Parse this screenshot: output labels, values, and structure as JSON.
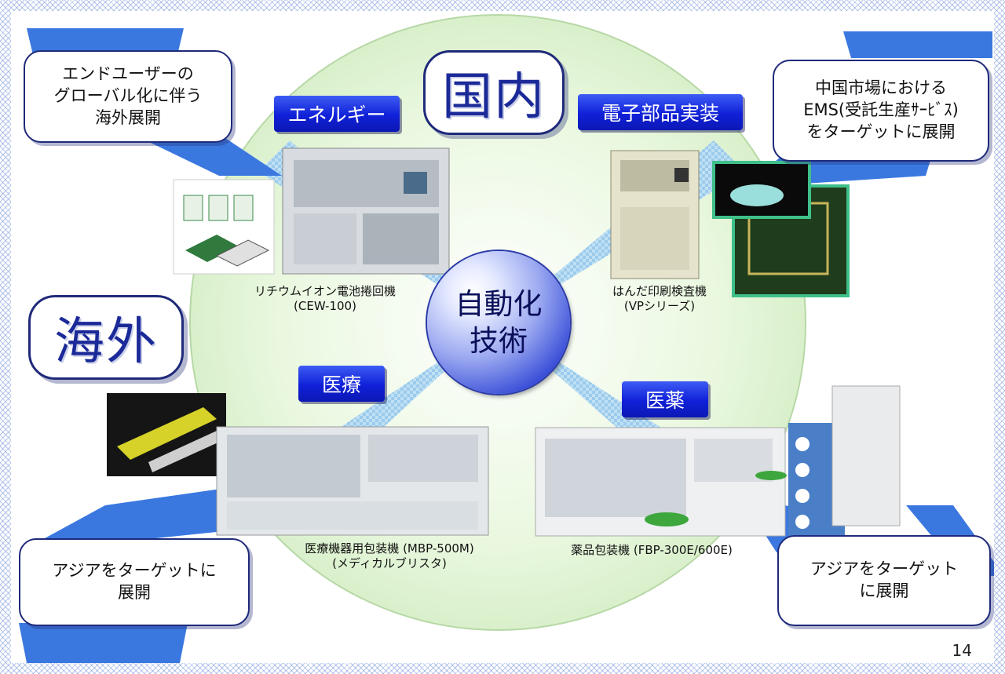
{
  "center": {
    "label": "自動化\n技術"
  },
  "regions": {
    "domestic": "国内",
    "overseas": "海外"
  },
  "categories": {
    "energy": "エネルギー",
    "electronics": "電子部品実装",
    "medical": "医療",
    "pharma": "医薬"
  },
  "captions": {
    "battery": "リチウムイオン電池捲回機\n(CEW-100)",
    "solder": "はんだ印刷検査機\n(VPシリーズ)",
    "blister": "医療機器用包装機 (MBP-500M)\n(メディカルブリスタ)",
    "pharma_pack": "薬品包装機 (FBP-300E/600E)"
  },
  "callouts": {
    "top_left": "エンドユーザーの\nグローバル化に伴う\n海外展開",
    "top_right": "中国市場における\nEMS(受託生産ｻｰﾋﾞｽ)\nをターゲットに展開",
    "bottom_left": "アジアをターゲットに\n展開",
    "bottom_right": "アジアをターゲット\nに展開"
  },
  "page_number": "14",
  "colors": {
    "arrow": "#3a78e0",
    "ring_fill": "#dff2d2",
    "category_fill": "#1424dc",
    "border": "#1f2a7a",
    "region_text": "#1b2a98"
  }
}
